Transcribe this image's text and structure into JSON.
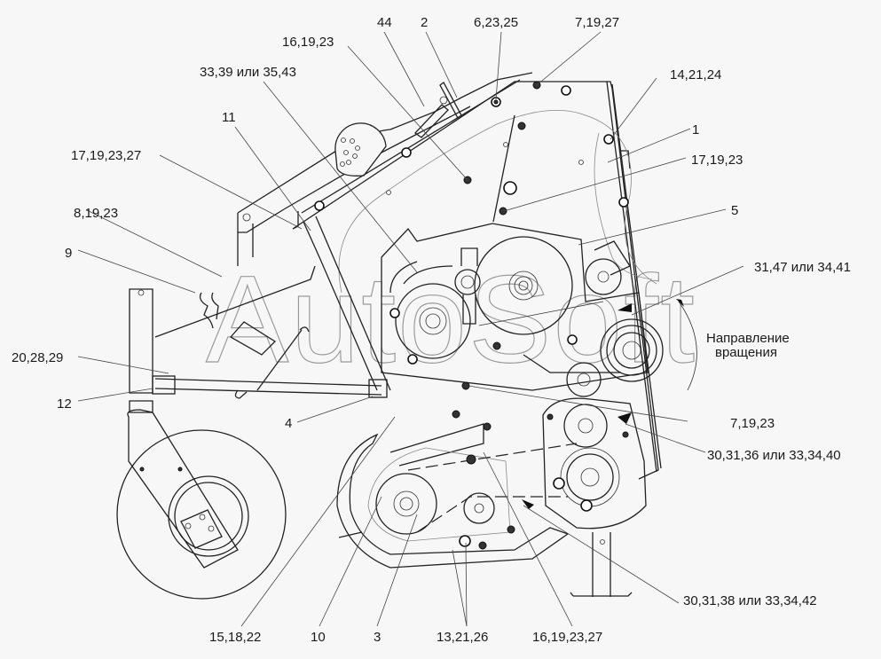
{
  "diagram": {
    "title": "Baler chain drive assembly (side view)",
    "watermark": "AutoSoft",
    "rotation_note": {
      "line1": "Направление",
      "line2": "вращения"
    },
    "callouts": [
      {
        "id": "c-44",
        "text": "44"
      },
      {
        "id": "c-2",
        "text": "2"
      },
      {
        "id": "c-6-23-25",
        "text": "6,23,25"
      },
      {
        "id": "c-7-19-27",
        "text": "7,19,27"
      },
      {
        "id": "c-16-19-23",
        "text": "16,19,23"
      },
      {
        "id": "c-33-39",
        "text": "33,39 или 35,43"
      },
      {
        "id": "c-14-21-24",
        "text": "14,21,24"
      },
      {
        "id": "c-11",
        "text": "11"
      },
      {
        "id": "c-1",
        "text": "1"
      },
      {
        "id": "c-17-19-23-27",
        "text": "17,19,23,27"
      },
      {
        "id": "c-17-19-23",
        "text": "17,19,23"
      },
      {
        "id": "c-8-19-23",
        "text": "8,19,23"
      },
      {
        "id": "c-5",
        "text": "5"
      },
      {
        "id": "c-9",
        "text": "9"
      },
      {
        "id": "c-31-47",
        "text": "31,47 или 34,41"
      },
      {
        "id": "c-20-28-29",
        "text": "20,28,29"
      },
      {
        "id": "c-12",
        "text": "12"
      },
      {
        "id": "c-4",
        "text": "4"
      },
      {
        "id": "c-7-19-23",
        "text": "7,19,23"
      },
      {
        "id": "c-30-31-36",
        "text": "30,31,36 или 33,34,40"
      },
      {
        "id": "c-30-31-38",
        "text": "30,31,38 или 33,34,42"
      },
      {
        "id": "c-15-18-22",
        "text": "15,18,22"
      },
      {
        "id": "c-10",
        "text": "10"
      },
      {
        "id": "c-3",
        "text": "3"
      },
      {
        "id": "c-13-21-26",
        "text": "13,21,26"
      },
      {
        "id": "c-16-19-23-27",
        "text": "16,19,23,27"
      }
    ]
  }
}
